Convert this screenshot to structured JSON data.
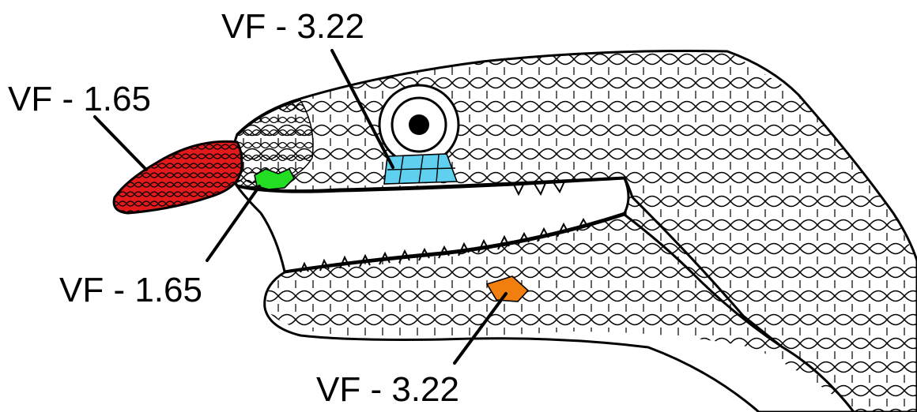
{
  "labels": {
    "eye_scales": "VF - 3.22",
    "rostral_appendage": "VF - 1.65",
    "nasal_scales": "VF - 1.65",
    "lower_jaw_scales": "VF - 3.22"
  },
  "colors": {
    "rostral_appendage": "#e31a1c",
    "nasal_scales": "#22dd22",
    "eye_scales": "#5fd0f0",
    "lower_jaw_scales": "#f07f10",
    "outline": "#000000",
    "background": "#ffffff"
  }
}
